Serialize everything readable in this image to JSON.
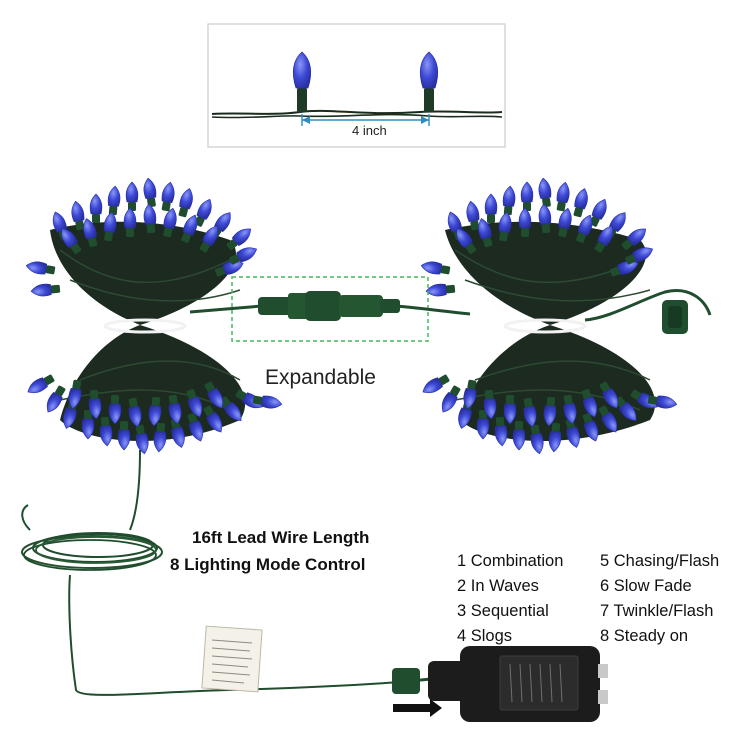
{
  "inset": {
    "spacing_label": "4 inch"
  },
  "connector": {
    "label": "Expandable"
  },
  "specs": {
    "lead_wire": "16ft Lead Wire Length",
    "modes_title": "8 Lighting Mode Control"
  },
  "modes": [
    "1 Combination",
    "2 In Waves",
    "3 Sequential",
    "4 Slogs",
    "5 Chasing/Flash",
    "6 Slow Fade",
    "7 Twinkle/Flash",
    "8 Steady on"
  ],
  "colors": {
    "bulb": "#3d49d6",
    "bulb_highlight": "#7d8cf0",
    "base": "#1f4d2e",
    "wire": "#1b2b1e",
    "inset_border": "#c9ccd0",
    "dashed_box": "#46b85a",
    "arrow": "#2a8fc0",
    "adapter": "#1c1c1c"
  }
}
